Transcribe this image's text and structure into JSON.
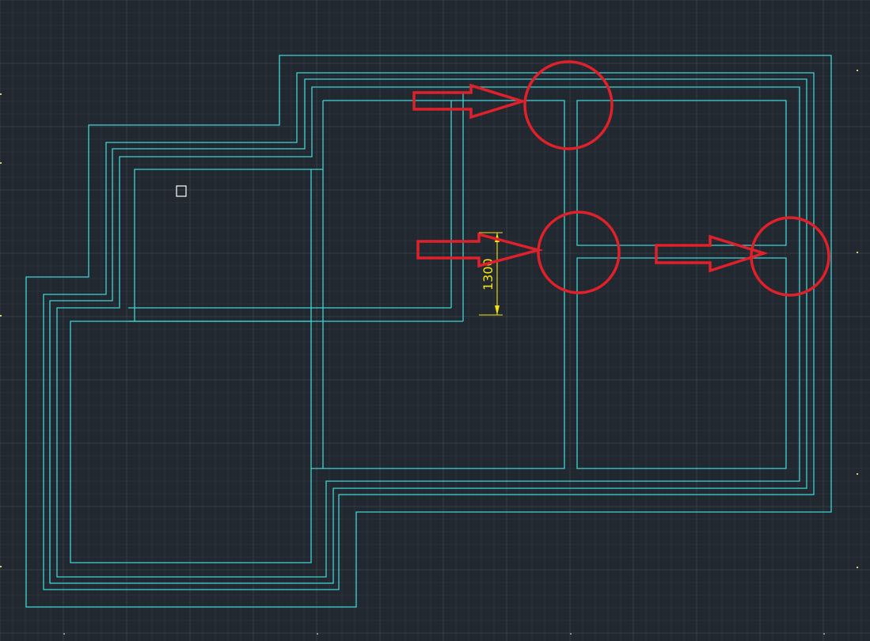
{
  "canvas": {
    "background": "#212830",
    "grid_minor_color": "#2a323b",
    "grid_major_color": "#323b45",
    "wall_color": "#3fd3d3",
    "markup_color": "#e0202a",
    "dimension_color": "#f5e50f"
  },
  "dimension": {
    "value": "1300"
  },
  "annotations": {
    "arrows": [
      "arrow-top",
      "arrow-middle",
      "arrow-right"
    ],
    "circles": [
      "circle-top-junction",
      "circle-middle-junction",
      "circle-right-junction"
    ]
  },
  "icons": {
    "cursor": "pickbox-cursor-icon"
  }
}
